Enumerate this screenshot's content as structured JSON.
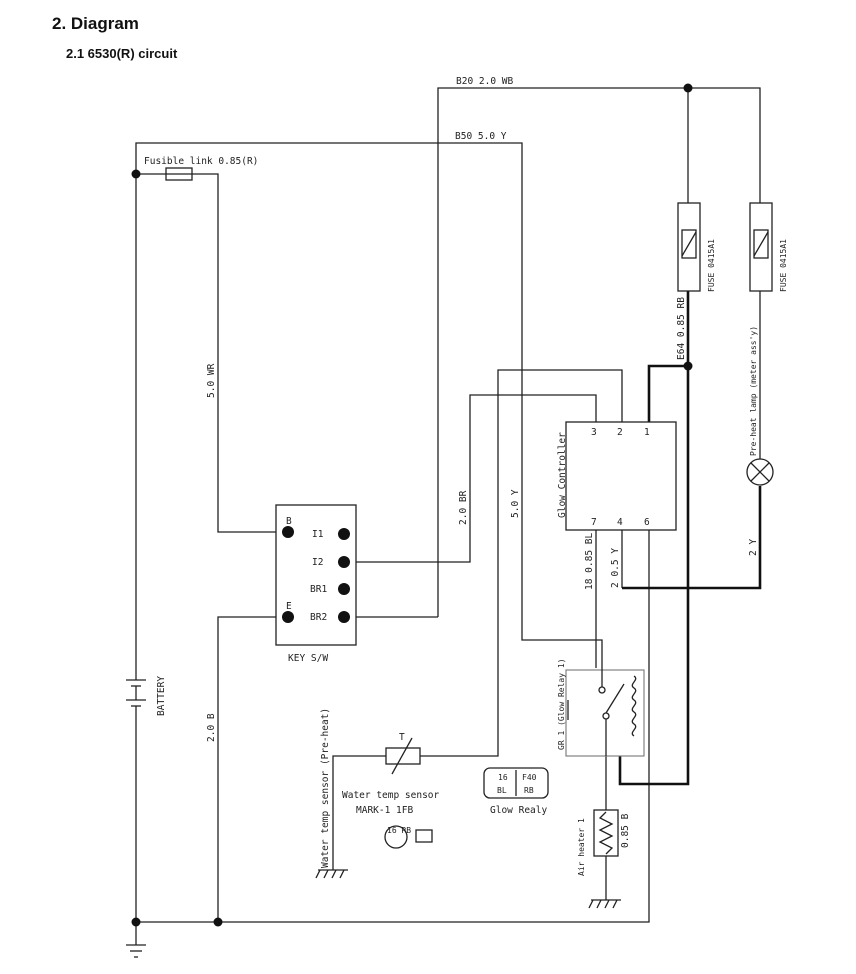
{
  "heading": "2. Diagram",
  "subheading": "2.1 6530(R) circuit",
  "wires": {
    "top_wb": "B20 2.0 WB",
    "top_y": "B50 5.0 Y",
    "fusible_link": "Fusible link 0.85(R)",
    "wr": "5.0 WR",
    "br": "2.0 BR",
    "y_mid": "5.0 Y",
    "b_left": "2.0 B",
    "rb": "E64 0.85 RB",
    "bl": "18 0.85 BL",
    "y_ctrl": "2 0.5 Y",
    "y_lamp": "2 Y",
    "b_heater": "0.85 B"
  },
  "components": {
    "fuse1": "FUSE 0415A1",
    "fuse2": "FUSE 0415A1",
    "lamp": "Pre-heat lamp (meter ass'y)",
    "glow_controller": "Glow Controller",
    "gc_pins_top": [
      "3",
      "2",
      "1"
    ],
    "gc_pins_bottom": [
      "7",
      "4",
      "6"
    ],
    "key_sw": "KEY S/W",
    "key_b": "B",
    "key_e": "E",
    "key_terms": [
      "I1",
      "I2",
      "BR1",
      "BR2"
    ],
    "battery": "BATTERY",
    "glow_relay_1": "GR 1 (Glow Relay 1)",
    "water_temp_sensor": "Water temp sensor",
    "water_temp_sensor_model": "MARK-1 1FB",
    "water_temp_sensor_pre": "Water temp sensor (Pre-heat)",
    "sensor_symbol": "T",
    "sensor_conn": "16 RB",
    "glow_relay_conn": [
      "16",
      "F40",
      "BL",
      "RB"
    ],
    "glow_relay": "Glow Realy",
    "air_heater": "Air heater 1"
  }
}
